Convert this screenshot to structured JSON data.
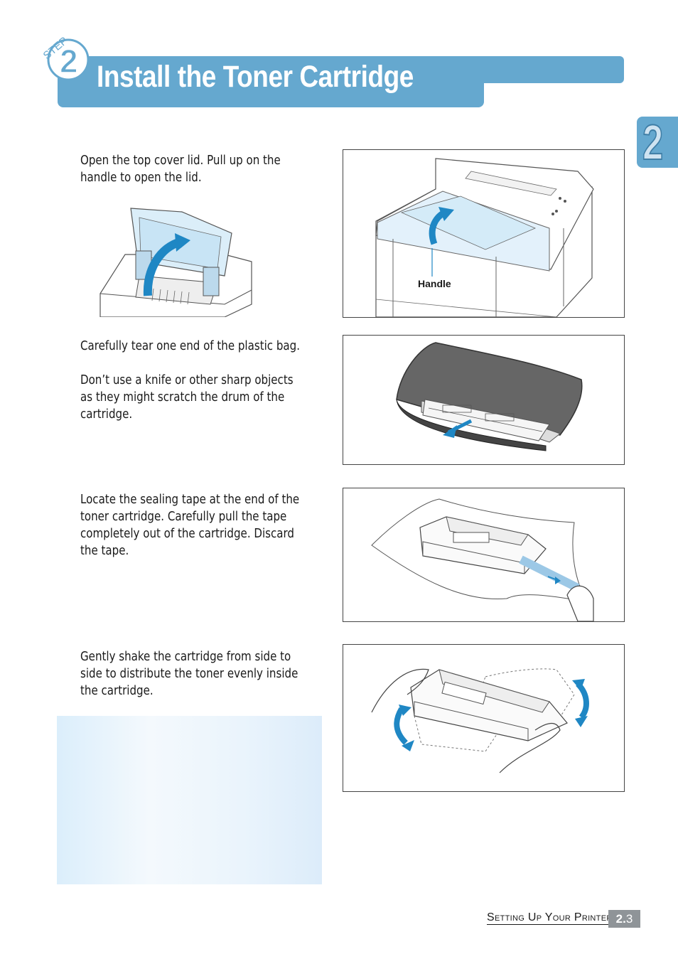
{
  "header": {
    "step_word": "STEP",
    "step_number": "2",
    "title": "Install the Toner Cartridge"
  },
  "chapter_tab": {
    "number": "2"
  },
  "steps": [
    {
      "text": "Open the top cover lid. Pull up on the\nhandle to open the lid.",
      "callout": "Handle"
    },
    {
      "text": "Carefully tear one end of the plastic bag.\n\nDon’t use a knife or other sharp objects\nas they might scratch the drum of the\ncartridge."
    },
    {
      "text": "Locate the sealing tape at the end of the\ntoner cartridge. Carefully pull the tape\ncompletely out of the cartridge. Discard\nthe tape."
    },
    {
      "text": "Gently shake the cartridge from side to\nside to distribute the toner evenly inside\nthe cartridge."
    }
  ],
  "footer": {
    "section": "Setting Up Your Printer",
    "chapter": "2.",
    "page": "3"
  },
  "colors": {
    "banner": "#65a8cf",
    "arrow": "#1f87c4",
    "note_panel": "#e3f0fb",
    "footer_box": "#8f9498"
  }
}
